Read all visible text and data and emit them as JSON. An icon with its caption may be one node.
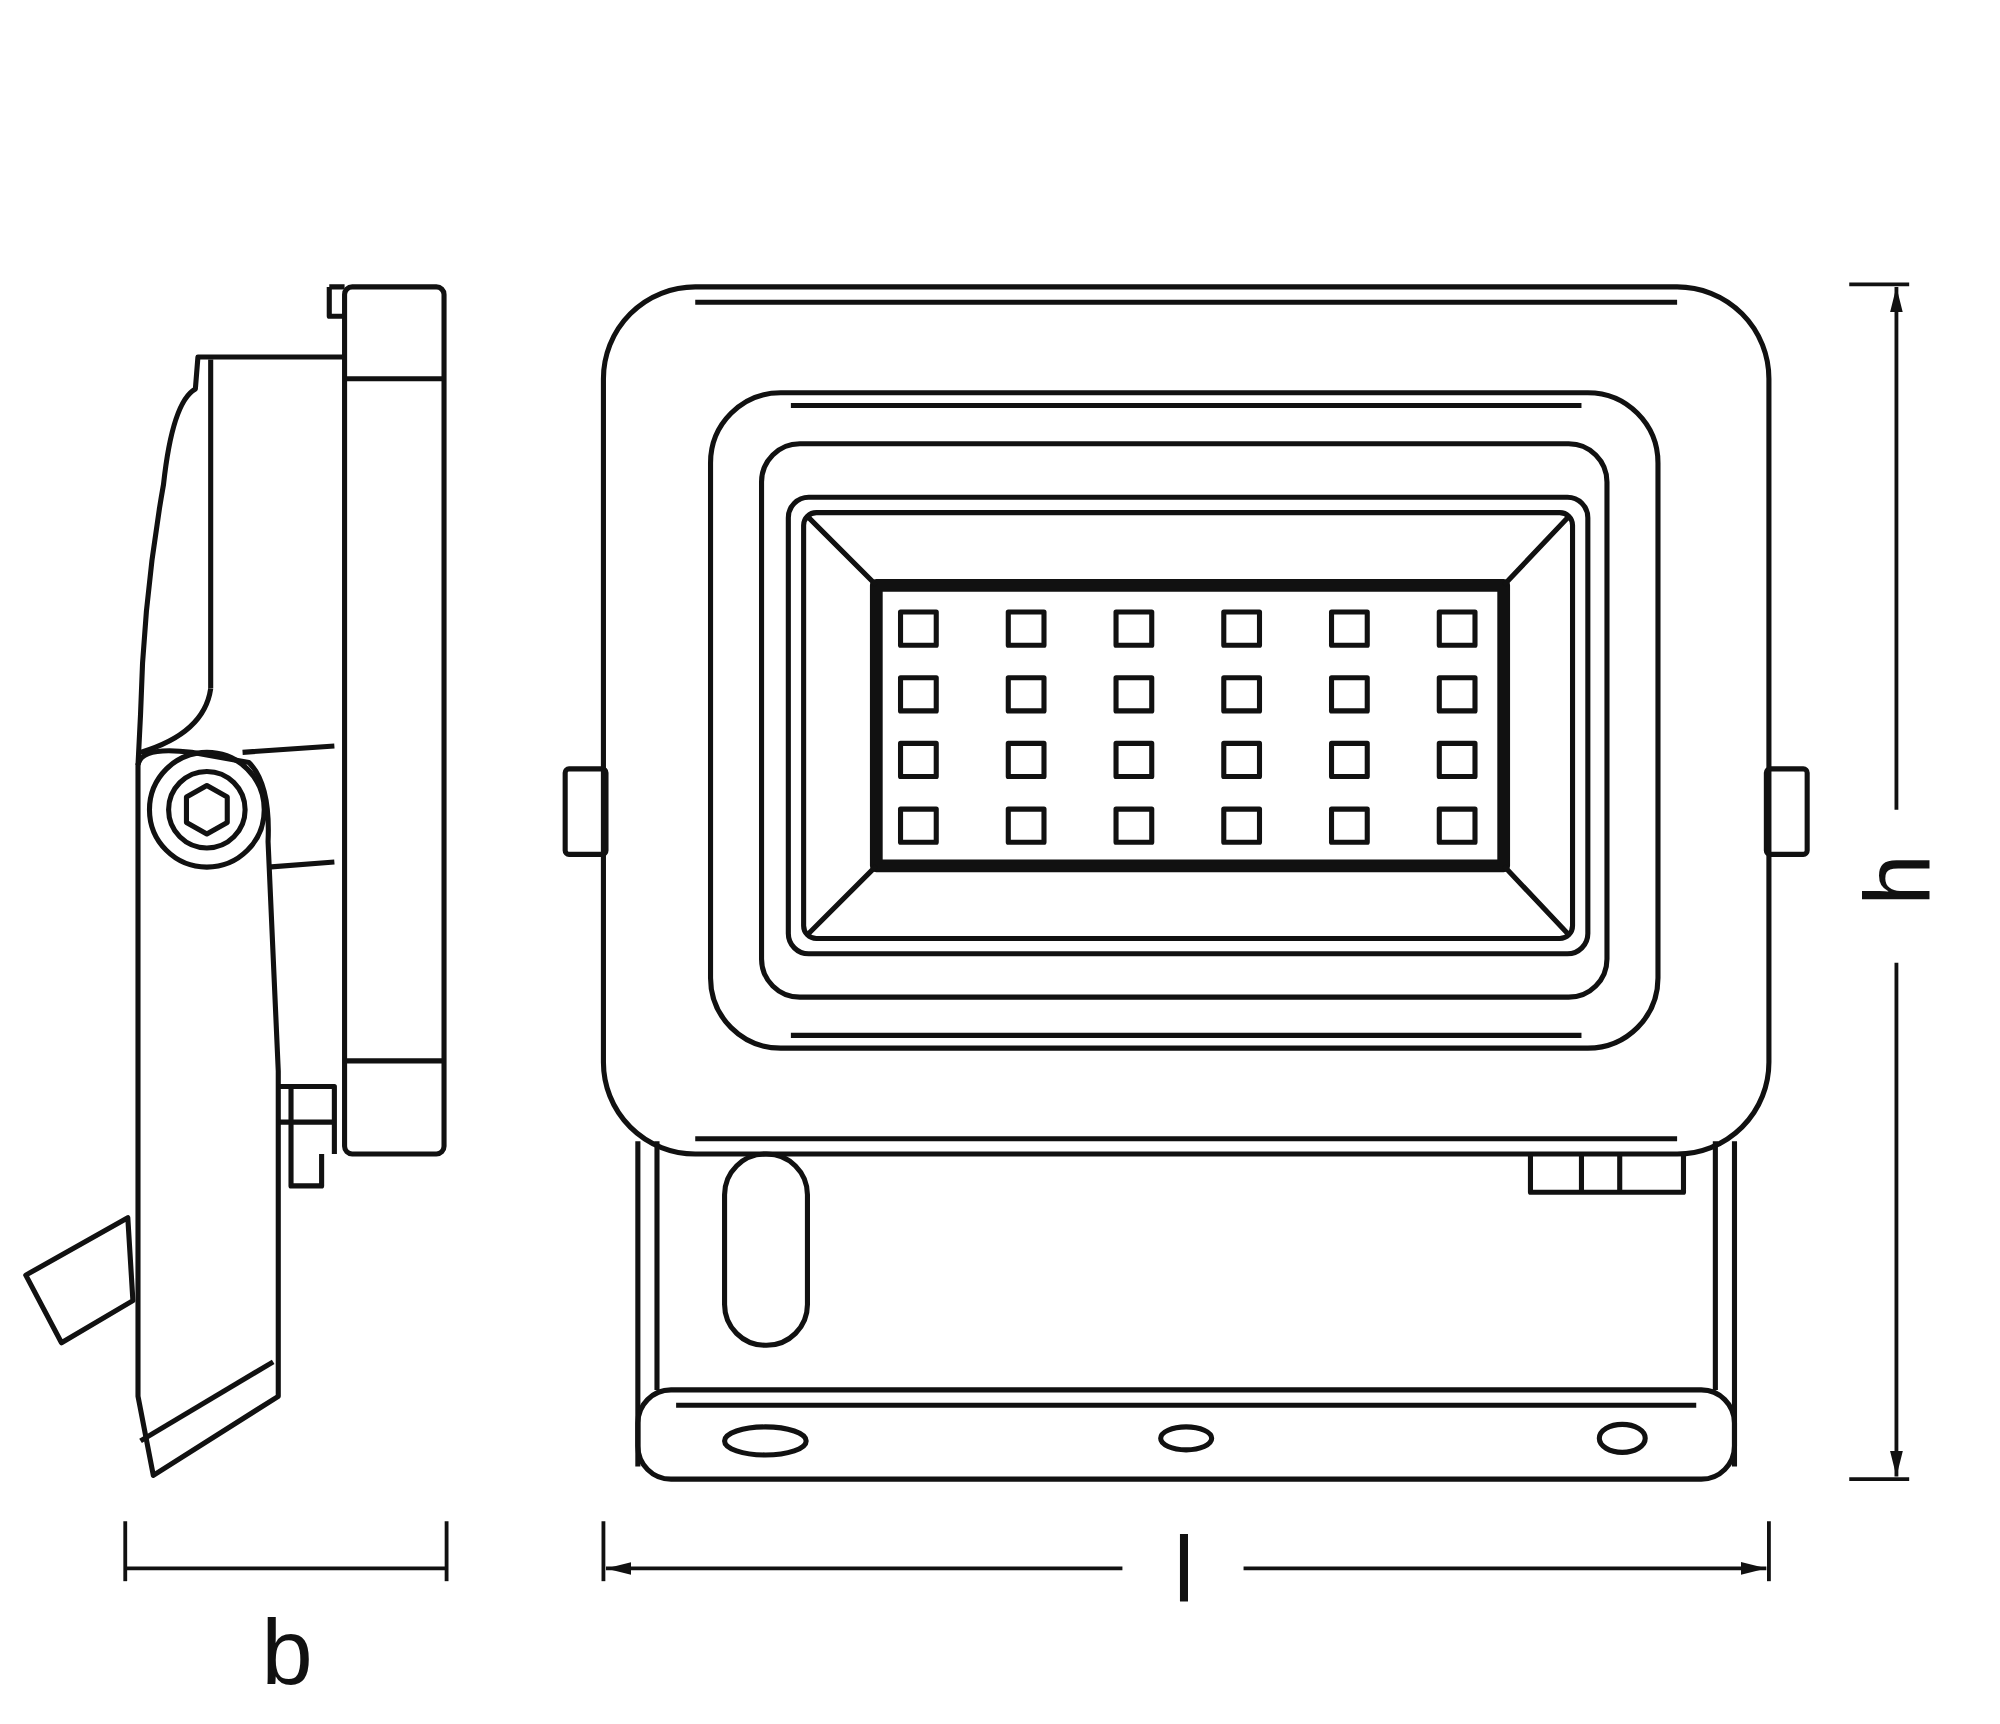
{
  "diagram": {
    "labels": [
      "b",
      "l",
      "h"
    ]
  }
}
